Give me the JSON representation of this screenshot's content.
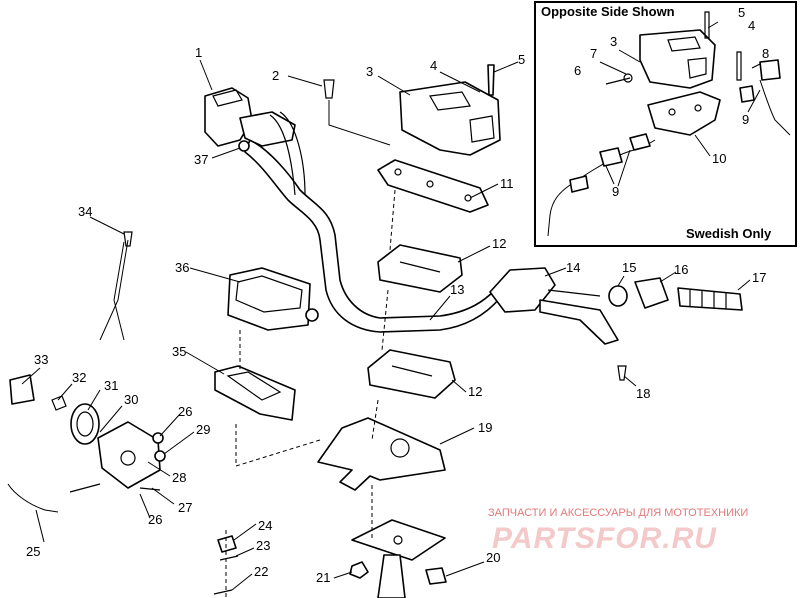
{
  "inset": {
    "title": "Opposite Side Shown",
    "note": "Swedish Only",
    "callouts": [
      "5",
      "4",
      "3",
      "7",
      "8",
      "6",
      "9",
      "10",
      "9"
    ]
  },
  "callouts": [
    "1",
    "2",
    "3",
    "4",
    "5",
    "37",
    "11",
    "34",
    "12",
    "36",
    "14",
    "15",
    "16",
    "17",
    "13",
    "35",
    "12",
    "33",
    "32",
    "31",
    "30",
    "26",
    "29",
    "19",
    "18",
    "28",
    "27",
    "26",
    "25",
    "24",
    "23",
    "22",
    "21",
    "20"
  ],
  "watermark": {
    "subtitle": "ЗАПЧАСТИ И АКСЕССУАРЫ ДЛЯ МОТОТЕХНИКИ",
    "brand": "PARTSFOR.RU"
  }
}
